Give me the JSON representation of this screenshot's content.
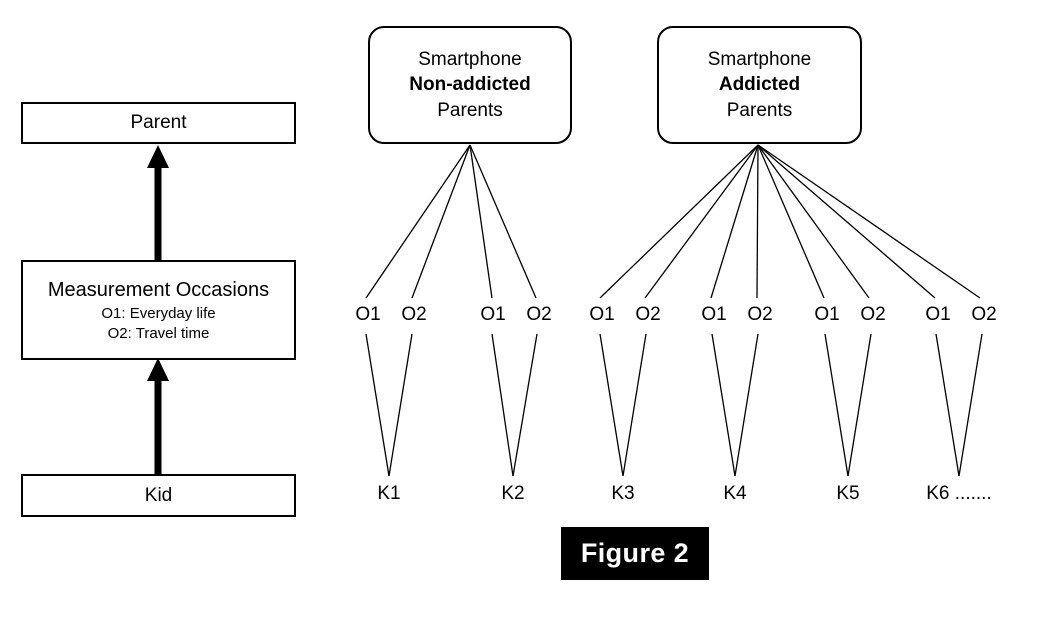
{
  "figure": {
    "caption": "Figure 2"
  },
  "left_hierarchy": {
    "levels": [
      {
        "key": "parent",
        "title": "Parent",
        "sublines": []
      },
      {
        "key": "measurement_occasions",
        "title": "Measurement Occasions",
        "sublines": [
          "O1: Everyday life",
          "O2: Travel time"
        ]
      },
      {
        "key": "kid",
        "title": "Kid",
        "sublines": []
      }
    ],
    "parent": {
      "title": "Parent"
    },
    "measurement": {
      "title": "Measurement Occasions",
      "sub1": "O1: Everyday life",
      "sub2": "O2: Travel time"
    },
    "kid": {
      "title": "Kid"
    },
    "arrows": [
      {
        "from": "kid",
        "to": "measurement_occasions",
        "style": "thick-solid-up"
      },
      {
        "from": "measurement_occasions",
        "to": "parent",
        "style": "thick-solid-up"
      }
    ]
  },
  "groups": [
    {
      "id": "non-addicted",
      "line1": "Smartphone",
      "line2": "Non-addicted",
      "line3": "Parents",
      "branch_count": 4,
      "kids": [
        "K1",
        "K2"
      ]
    },
    {
      "id": "addicted",
      "line1": "Smartphone",
      "line2": "Addicted",
      "line3": "Parents",
      "branch_count": 8,
      "kids": [
        "K3",
        "K4",
        "K5",
        "K6 ......."
      ]
    }
  ],
  "occasion_labels": {
    "o1": "O1",
    "o2": "O2",
    "sequence": [
      "O1",
      "O2",
      "O1",
      "O2",
      "O1",
      "O2",
      "O1",
      "O2",
      "O1",
      "O2",
      "O1",
      "O2"
    ]
  },
  "kid_labels": [
    "K1",
    "K2",
    "K3",
    "K4",
    "K5",
    "K6 ......."
  ],
  "colors": {
    "stroke": "#000000",
    "background": "#ffffff",
    "caption_background": "#000000",
    "caption_text": "#ffffff"
  }
}
